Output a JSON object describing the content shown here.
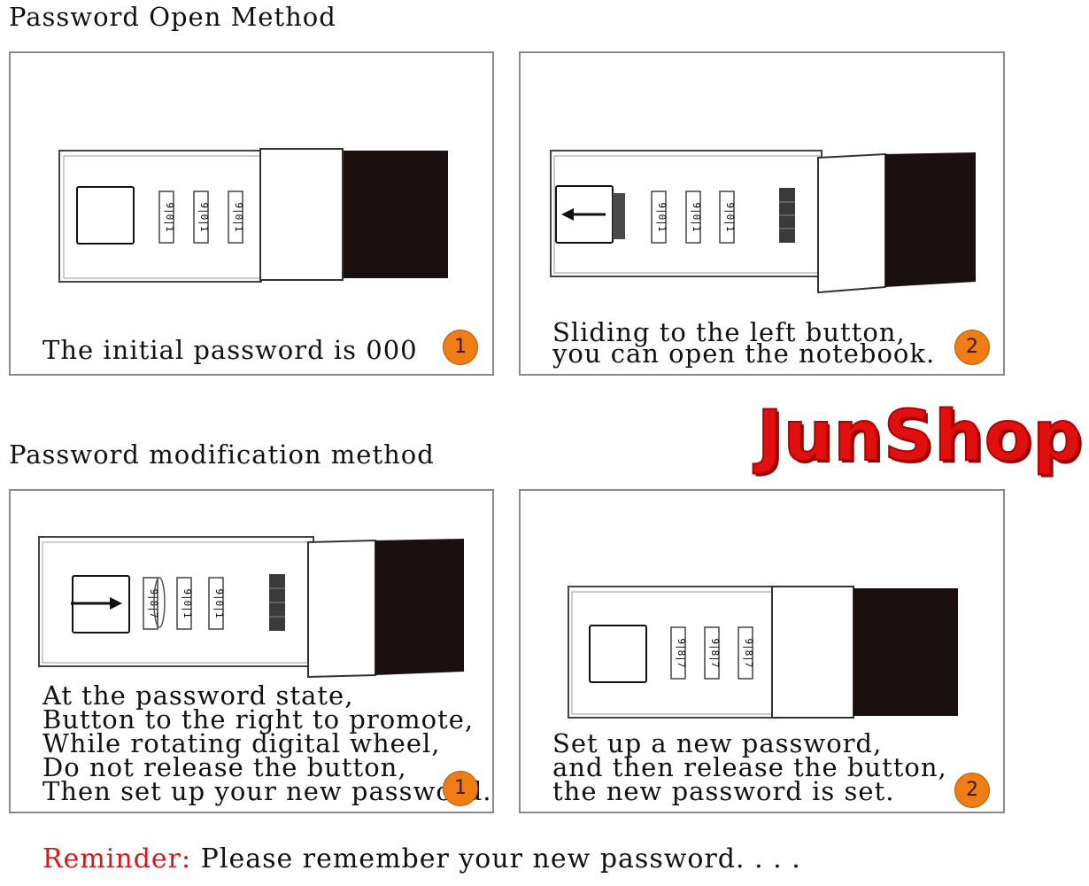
{
  "sections": {
    "open_title": "Password Open Method",
    "modify_title": "Password modification method"
  },
  "panels": {
    "open_1": {
      "caption": "The initial password is 000",
      "step": "1"
    },
    "open_2": {
      "caption_line1": "Sliding to the left button,",
      "caption_line2": "you can open the notebook.",
      "step": "2"
    },
    "modify_1": {
      "lines": [
        "At the password state,",
        "Button to the right to promote,",
        "While rotating digital wheel,",
        "Do not release the button,",
        "Then set up your new password."
      ],
      "step": "1"
    },
    "modify_2": {
      "lines": [
        "Set up a new password,",
        "and then release the button,",
        "the new password is set."
      ],
      "step": "2"
    }
  },
  "wheels": {
    "zero_wheel": "9|0|1",
    "set_wheel": "9|8|7"
  },
  "brand": "JunShop",
  "reminder": {
    "label": "Reminder:",
    "text": " Please remember your new password. . . ."
  },
  "colors": {
    "badge": "#ee7d16",
    "brand": "#e01010",
    "reminder_label": "#d11a1a"
  }
}
